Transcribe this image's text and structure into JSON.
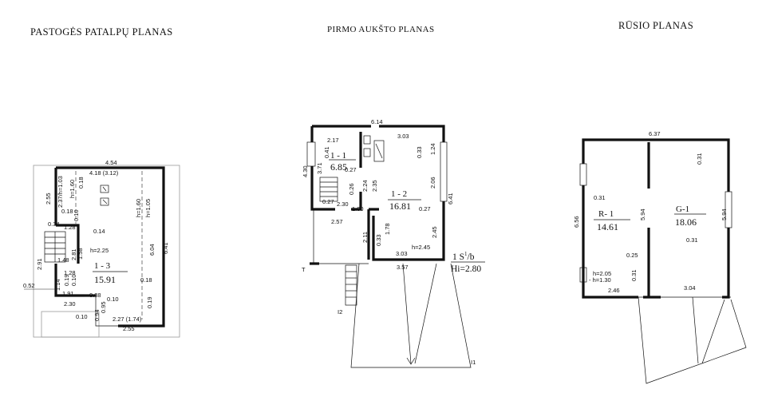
{
  "titles": {
    "attic": "PASTOGĖS PATALPŲ PLANAS",
    "first": "PIRMO AUKŠTO PLANAS",
    "basement": "RŪSIO PLANAS"
  },
  "attic": {
    "room_id": "1 - 3",
    "room_area": "15.91",
    "h_label": "h=2.25",
    "dims": {
      "top": "4.54",
      "inner_top": "4.18 (3.12)",
      "h160_a": "h=1.60",
      "h103": "2.37/h=1.03",
      "h018": "0.18",
      "d255": "2.55",
      "d018a": "0.18",
      "d010a": "0.10",
      "d034": "0.34",
      "d128": "1.28",
      "d014": "0.14",
      "d281": "2.81",
      "d158": "1.58",
      "d148": "1.48",
      "d291": "2.91",
      "d128b": "1.28",
      "d114": "1.14",
      "d019": "0.19",
      "d010b": "0.10",
      "d052": "0.52",
      "d191": "1.91",
      "d038": "0.38",
      "d010c": "0.10",
      "d230": "2.30",
      "d095": "0.95",
      "d010d": "0.10",
      "d094": "0.94",
      "d227": "2.27 (1.74)",
      "d255b": "2.55",
      "h160_b": "h=1.60",
      "h105": "h=1.05",
      "d604": "6.04",
      "d641": "6.41",
      "d018b": "0.18",
      "d019b": "0.19"
    }
  },
  "first": {
    "room_a_id": "1 - 1",
    "room_a_area": "6.85",
    "room_b_id": "1 - 2",
    "room_b_area": "16.81",
    "h_label": "h=2.45",
    "building_label": "1 S",
    "building_sup": "1",
    "building_suffix": "/b",
    "hi_label": "Hi=2.80",
    "marker_t": "T",
    "marker_i2": "I2",
    "marker_i1": "I1",
    "dims": {
      "d614": "6.14",
      "d303a": "3.03",
      "d217": "2.17",
      "d041": "0.41",
      "d371": "3.71",
      "d033": "0.33",
      "d124": "1.24",
      "d430": "4.30",
      "d027a": "0.27",
      "d224": "2.24",
      "d235": "2.35",
      "d206": "2.06",
      "d641": "6.41",
      "d026": "0.26",
      "d027b": "0.27",
      "d230": "2.30",
      "d100": "1.00",
      "d027c": "0.27",
      "d257": "2.57",
      "d245": "2.45",
      "d211": "2.11",
      "d033b": "0.33",
      "d178": "1.78",
      "d303b": "3.03",
      "d357": "3.57"
    }
  },
  "basement": {
    "room_a_id": "R- 1",
    "room_a_area": "14.61",
    "room_b_id": "G-1",
    "room_b_area": "18.06",
    "h_label_a": "h=2.05",
    "h_label_b": "- h=1.30",
    "dims": {
      "d637": "6.37",
      "d031a": "0.31",
      "d031b": "0.31",
      "d656": "6.56",
      "d594a": "5.94",
      "d594b": "5.94",
      "d031c": "0.31",
      "d025": "0.25",
      "d031d": "0.31",
      "d246": "2.46",
      "d304": "3.04"
    }
  }
}
